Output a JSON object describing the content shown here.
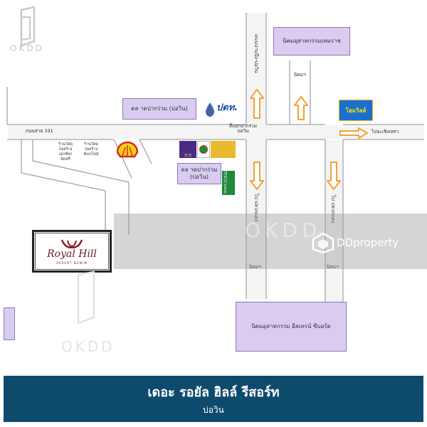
{
  "watermark": {
    "okdd_logo_text": "OKDD",
    "ddproperty_text": "DDproperty"
  },
  "map": {
    "road_left": "ถนนสาย 331",
    "intersection": "สี่แยกปากร่วม\nบ่อวิน",
    "road_right": "ไปอะเชิงเทรา",
    "road_top_vertical": "ถนนบ่านบึง-บ่อวิน",
    "road_south_left": "ไป ปลวกแดง",
    "road_south_right": "ไป ปลวกแดง",
    "nikom_top": "นิคมฯ",
    "nikom_left": "นิคมฯ",
    "nikom_right": "นิคมฯ",
    "market_top": "ตล าดปากร่วม (บ่อวิน)",
    "market_mid": "ตล าดปากร่วม\n(บ่อวิน)",
    "estate_top": "นิคมอุสาหกรรมเหมราช",
    "estate_bottom": "นิคมอุสาหกรรม อีสเทรน์ ซีบอร์ด",
    "shop_1": "ร้านวัสดุ\nก่อสร้าง\nเอกชัยก\nลัดฟรี",
    "shop_2": "ร้านวัสดุ\nก่อสร้าง\nตังเกไลน์",
    "brand_ptt": "ปตท.",
    "brand_scb": "SCB",
    "brand_tesco": "TESCO Lotus",
    "brand_homepro": "โฮมวิลล์",
    "royal_hill_name": "Royal Hill",
    "royal_hill_sub": "RESORT BOWIN"
  },
  "banner": {
    "title": "เดอะ รอยัล ฮิลล์ รีสอร์ท",
    "subtitle": "บ่อวิน"
  },
  "colors": {
    "banner": "#0e4a6c",
    "label_box": "#d9ccf0",
    "arrow": "#f3a235"
  }
}
